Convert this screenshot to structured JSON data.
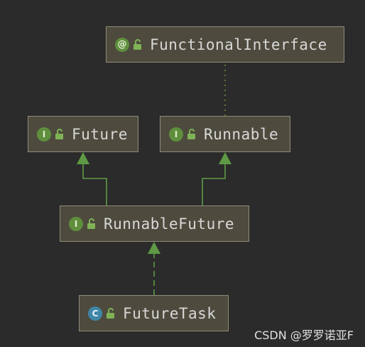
{
  "diagram": {
    "nodes": [
      {
        "id": "functional_interface",
        "label": "FunctionalInterface",
        "kind": "annotation",
        "badge": "@",
        "badge_icon": "annotation-icon"
      },
      {
        "id": "future",
        "label": "Future",
        "kind": "interface",
        "badge": "I",
        "badge_icon": "interface-icon"
      },
      {
        "id": "runnable",
        "label": "Runnable",
        "kind": "interface",
        "badge": "I",
        "badge_icon": "interface-icon"
      },
      {
        "id": "runnable_future",
        "label": "RunnableFuture",
        "kind": "interface",
        "badge": "I",
        "badge_icon": "interface-icon"
      },
      {
        "id": "future_task",
        "label": "FutureTask",
        "kind": "class",
        "badge": "C",
        "badge_icon": "class-icon"
      }
    ],
    "edges": [
      {
        "from": "runnable",
        "to": "functional_interface",
        "style": "dotted",
        "relation": "annotated-by"
      },
      {
        "from": "runnable_future",
        "to": "future",
        "style": "solid",
        "relation": "extends"
      },
      {
        "from": "runnable_future",
        "to": "runnable",
        "style": "solid",
        "relation": "extends"
      },
      {
        "from": "future_task",
        "to": "runnable_future",
        "style": "dashed",
        "relation": "implements"
      }
    ],
    "colors": {
      "background": "#2b2b2b",
      "node_fill": "#4e4b3e",
      "node_border": "#8e8b78",
      "edge": "#5e9a45",
      "interface_badge": "#5f8f3d",
      "class_badge": "#3f86a8",
      "lock_icon": "#7fb356"
    }
  },
  "watermark": "CSDN @罗罗诺亚F"
}
